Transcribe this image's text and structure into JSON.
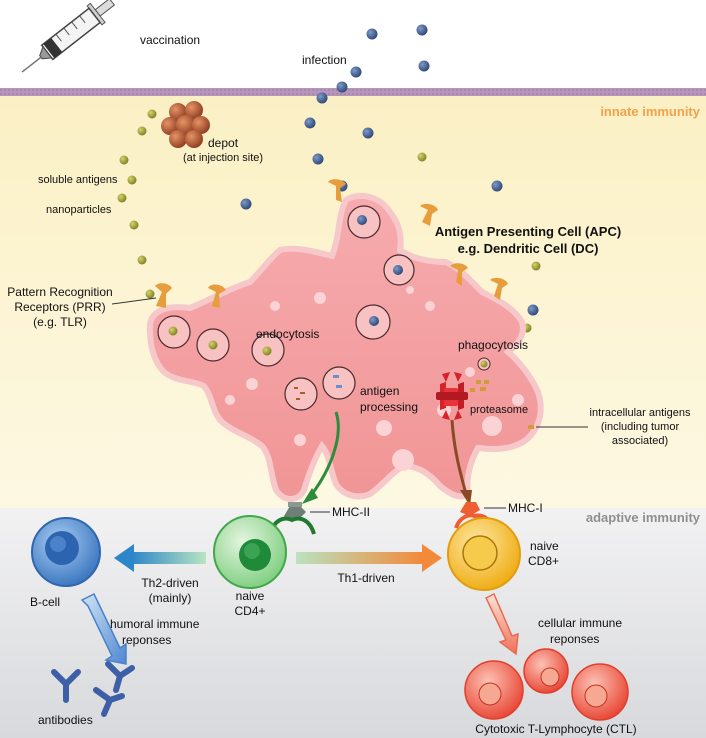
{
  "zones": {
    "innate": "innate immunity",
    "adaptive": "adaptive immunity"
  },
  "labels": {
    "vaccination": "vaccination",
    "infection": "infection",
    "depot": "depot",
    "depot_sub": "(at injection site)",
    "soluble_antigens": "soluble antigens",
    "nanoparticles": "nanoparticles",
    "prr_1": "Pattern Recognition",
    "prr_2": "Receptors (PRR)",
    "prr_3": "(e.g. TLR)",
    "apc_1": "Antigen Presenting Cell (APC)",
    "apc_2": "e.g. Dendritic Cell (DC)",
    "endocytosis": "endocytosis",
    "phagocytosis": "phagocytosis",
    "antigen_processing_1": "antigen",
    "antigen_processing_2": "processing",
    "proteasome": "proteasome",
    "intracellular_1": "intracellular antigens",
    "intracellular_2": "(including tumor",
    "intracellular_3": "associated)",
    "mhc2": "MHC-II",
    "mhc1": "MHC-I",
    "naive_cd4_1": "naive",
    "naive_cd4_2": "CD4+",
    "naive_cd8_1": "naive",
    "naive_cd8_2": "CD8+",
    "th2_1": "Th2-driven",
    "th2_2": "(mainly)",
    "th1": "Th1-driven",
    "bcell": "B-cell",
    "humoral_1": "humoral immune",
    "humoral_2": "reponses",
    "antibodies": "antibodies",
    "cellular_1": "cellular immune",
    "cellular_2": "reponses",
    "ctl": "Cytotoxic T-Lymphocyte (CTL)"
  },
  "colors": {
    "innate_bg": "#fbf3cc",
    "adaptive_bg": "#e4e5e8",
    "membrane": "#b592b8",
    "apc_fill": "#f4a2a6",
    "virus": "#3b5a8f",
    "antigen": "#a3a13c",
    "bcell": "#3d7ec9",
    "cd4": "#43b452",
    "cd8": "#f3b416",
    "ctl": "#ee4a3c",
    "receptor": "#e79a3a",
    "innate_text": "#f0a24a",
    "adaptive_text": "#8e8e8e"
  }
}
